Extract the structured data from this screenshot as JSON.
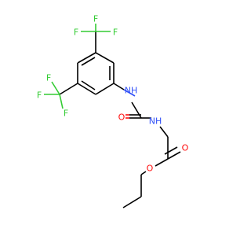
{
  "molecule": {
    "atoms": {
      "f1": "F",
      "f2": "F",
      "f3": "F",
      "f4": "F",
      "f5": "F",
      "f6": "F",
      "nh1": "NH",
      "nh2": "NH",
      "o_carbonyl_urea": "O",
      "o_carbonyl_ester": "O",
      "o_ester": "O"
    },
    "colors": {
      "carbon_bond": "#000000",
      "fluorine": "#33cc33",
      "nitrogen": "#3050f8",
      "oxygen": "#ff0d0d",
      "background": "#ffffff"
    }
  }
}
